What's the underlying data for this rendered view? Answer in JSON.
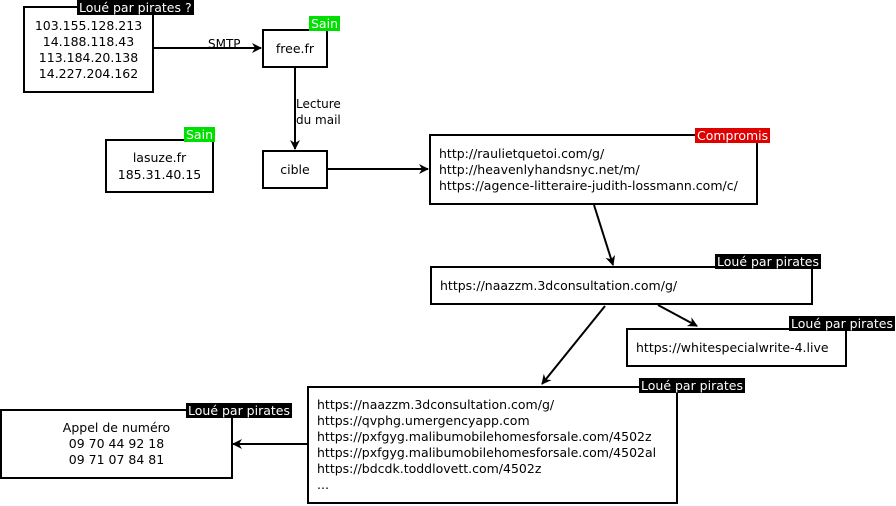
{
  "nodes": {
    "sources": {
      "lines": [
        "103.155.128.213",
        "14.188.118.43",
        "113.184.20.138",
        "14.227.204.162"
      ],
      "tag": "Loué par pirates ?"
    },
    "free": {
      "lines": [
        "free.fr"
      ],
      "tag": "Sain"
    },
    "lasuze": {
      "lines": [
        "lasuze.fr",
        "185.31.40.15"
      ],
      "tag": "Sain"
    },
    "cible": {
      "lines": [
        "cible"
      ]
    },
    "compromis": {
      "lines": [
        "http://raulietquetoi.com/g/",
        "http://heavenlyhandsnyc.net/m/",
        "https://agence-litteraire-judith-lossmann.com/c/"
      ],
      "tag": "Compromis"
    },
    "naazzm": {
      "lines": [
        "https://naazzm.3dconsultation.com/g/"
      ],
      "tag": "Loué par pirates"
    },
    "white": {
      "lines": [
        "https://whitespecialwrite-4.live"
      ],
      "tag": "Loué par pirates"
    },
    "list": {
      "lines": [
        "https://naazzm.3dconsultation.com/g/",
        "https://qvphg.umergencyapp.com",
        "https://pxfgyg.malibumobilehomesforsale.com/4502z",
        "https://pxfgyg.malibumobilehomesforsale.com/4502al",
        "https://bdcdk.toddlovett.com/4502z",
        "..."
      ],
      "tag": "Loué par pirates"
    },
    "appel": {
      "lines": [
        "Appel de numéro",
        "09 70 44 92 18",
        "09 71 07 84 81"
      ],
      "tag": "Loué par pirates"
    }
  },
  "edges": {
    "smtp": "SMTP",
    "lecture": [
      "Lecture",
      "du mail"
    ]
  }
}
